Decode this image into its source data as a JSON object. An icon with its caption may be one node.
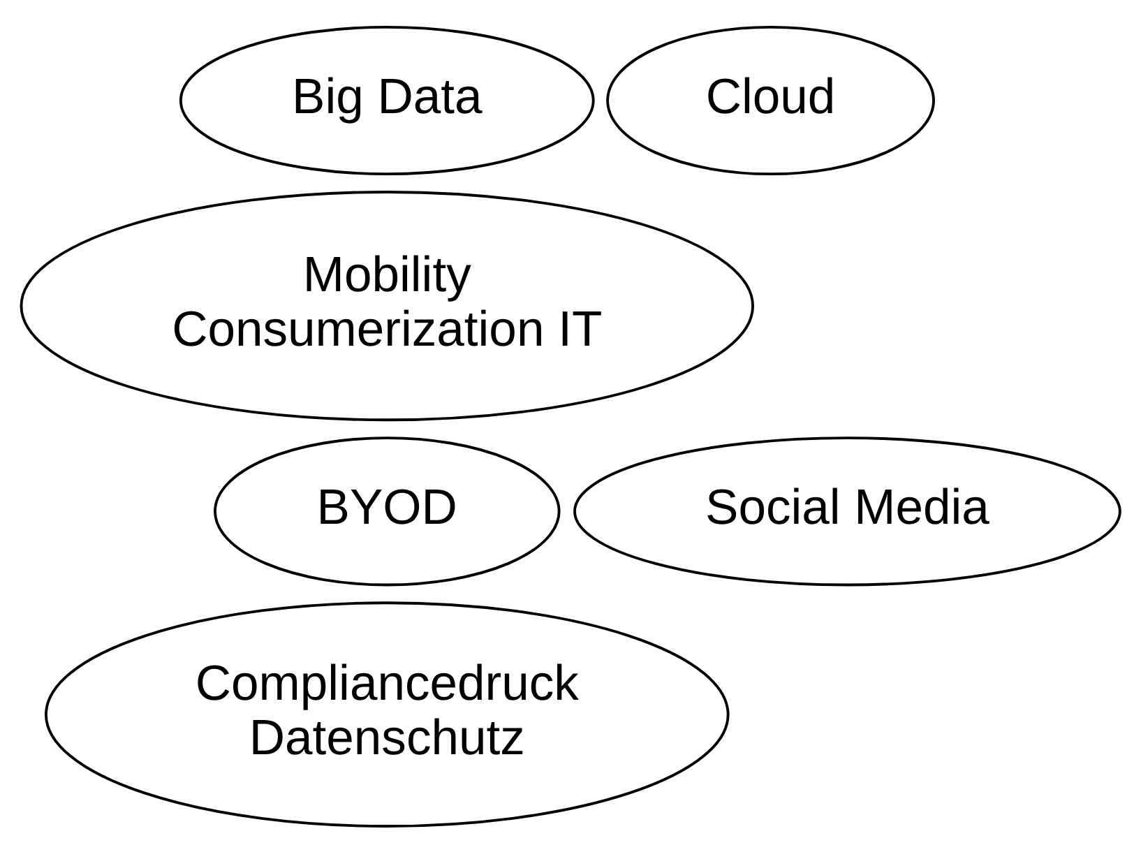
{
  "diagram": {
    "nodes": [
      {
        "text": [
          "Big Data"
        ]
      },
      {
        "text": [
          "Cloud"
        ]
      },
      {
        "text": [
          "Mobility",
          "Consumerization IT"
        ]
      },
      {
        "text": [
          "BYOD"
        ]
      },
      {
        "text": [
          "Social Media"
        ]
      },
      {
        "text": [
          "Compliancedruck",
          "Datenschutz"
        ]
      }
    ]
  }
}
